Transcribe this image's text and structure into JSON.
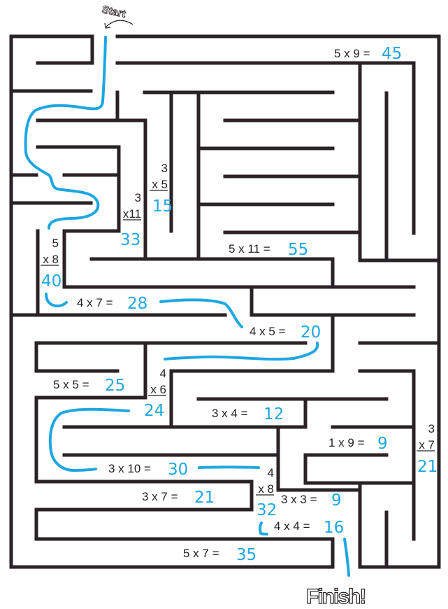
{
  "start_label": "Start",
  "finish_label": "Finish!",
  "colors": {
    "wall": "#2a2226",
    "answer": "#1ea7e1"
  },
  "horizontal_problems": [
    {
      "expression": "5 x 9 =",
      "answer": "45"
    },
    {
      "expression": "5 x 11 =",
      "answer": "55"
    },
    {
      "expression": "4 x 7 =",
      "answer": "28"
    },
    {
      "expression": "4 x 5 =",
      "answer": "20"
    },
    {
      "expression": "5 x 5 =",
      "answer": "25"
    },
    {
      "expression": "3 x 4 =",
      "answer": "12"
    },
    {
      "expression": "1 x 9 =",
      "answer": "9"
    },
    {
      "expression": "3 x 10 =",
      "answer": "30"
    },
    {
      "expression": "3 x 7 =",
      "answer": "21"
    },
    {
      "expression": "3 x 3 =",
      "answer": "9"
    },
    {
      "expression": "4 x 4 =",
      "answer": "16"
    },
    {
      "expression": "5 x 7 =",
      "answer": "35"
    }
  ],
  "vertical_problems": [
    {
      "top": "3",
      "bottom": "x 5",
      "answer": "15"
    },
    {
      "top": "3",
      "bottom": "x11",
      "answer": "33"
    },
    {
      "top": "5",
      "bottom": "x 8",
      "answer": "40"
    },
    {
      "top": "4",
      "bottom": "x 6",
      "answer": "24"
    },
    {
      "top": "3",
      "bottom": "x 7",
      "answer": "21"
    },
    {
      "top": "4",
      "bottom": "x 8",
      "answer": "32"
    }
  ]
}
